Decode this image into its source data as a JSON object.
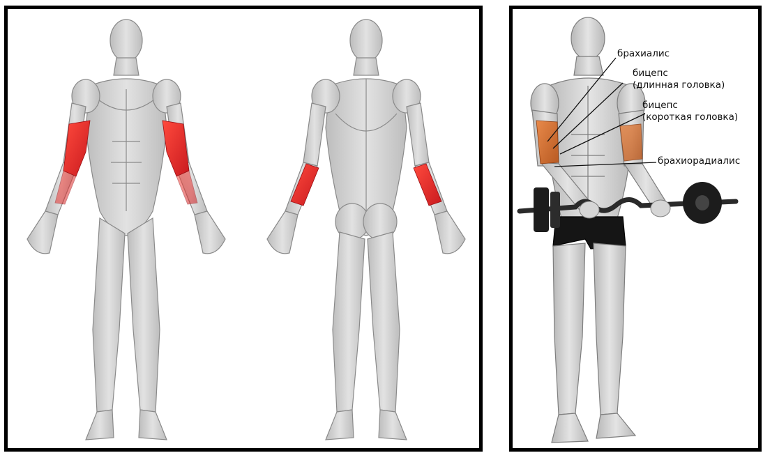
{
  "labels": {
    "brachialis": "брахиалис",
    "biceps_long_1": "бицепс",
    "biceps_long_2": "(длинная головка)",
    "biceps_short_1": "бицепс",
    "biceps_short_2": "(короткая головка)",
    "brachioradialis": "брахиорадиалис"
  },
  "colors": {
    "highlight_front": "#e8272a",
    "highlight_back": "#e8272a",
    "highlight_side": "#d9742f",
    "body": "#d2d2d2",
    "outline": "#8a8a8a",
    "frame": "#000000"
  },
  "views": [
    "front-body",
    "back-body",
    "side-exercise"
  ]
}
